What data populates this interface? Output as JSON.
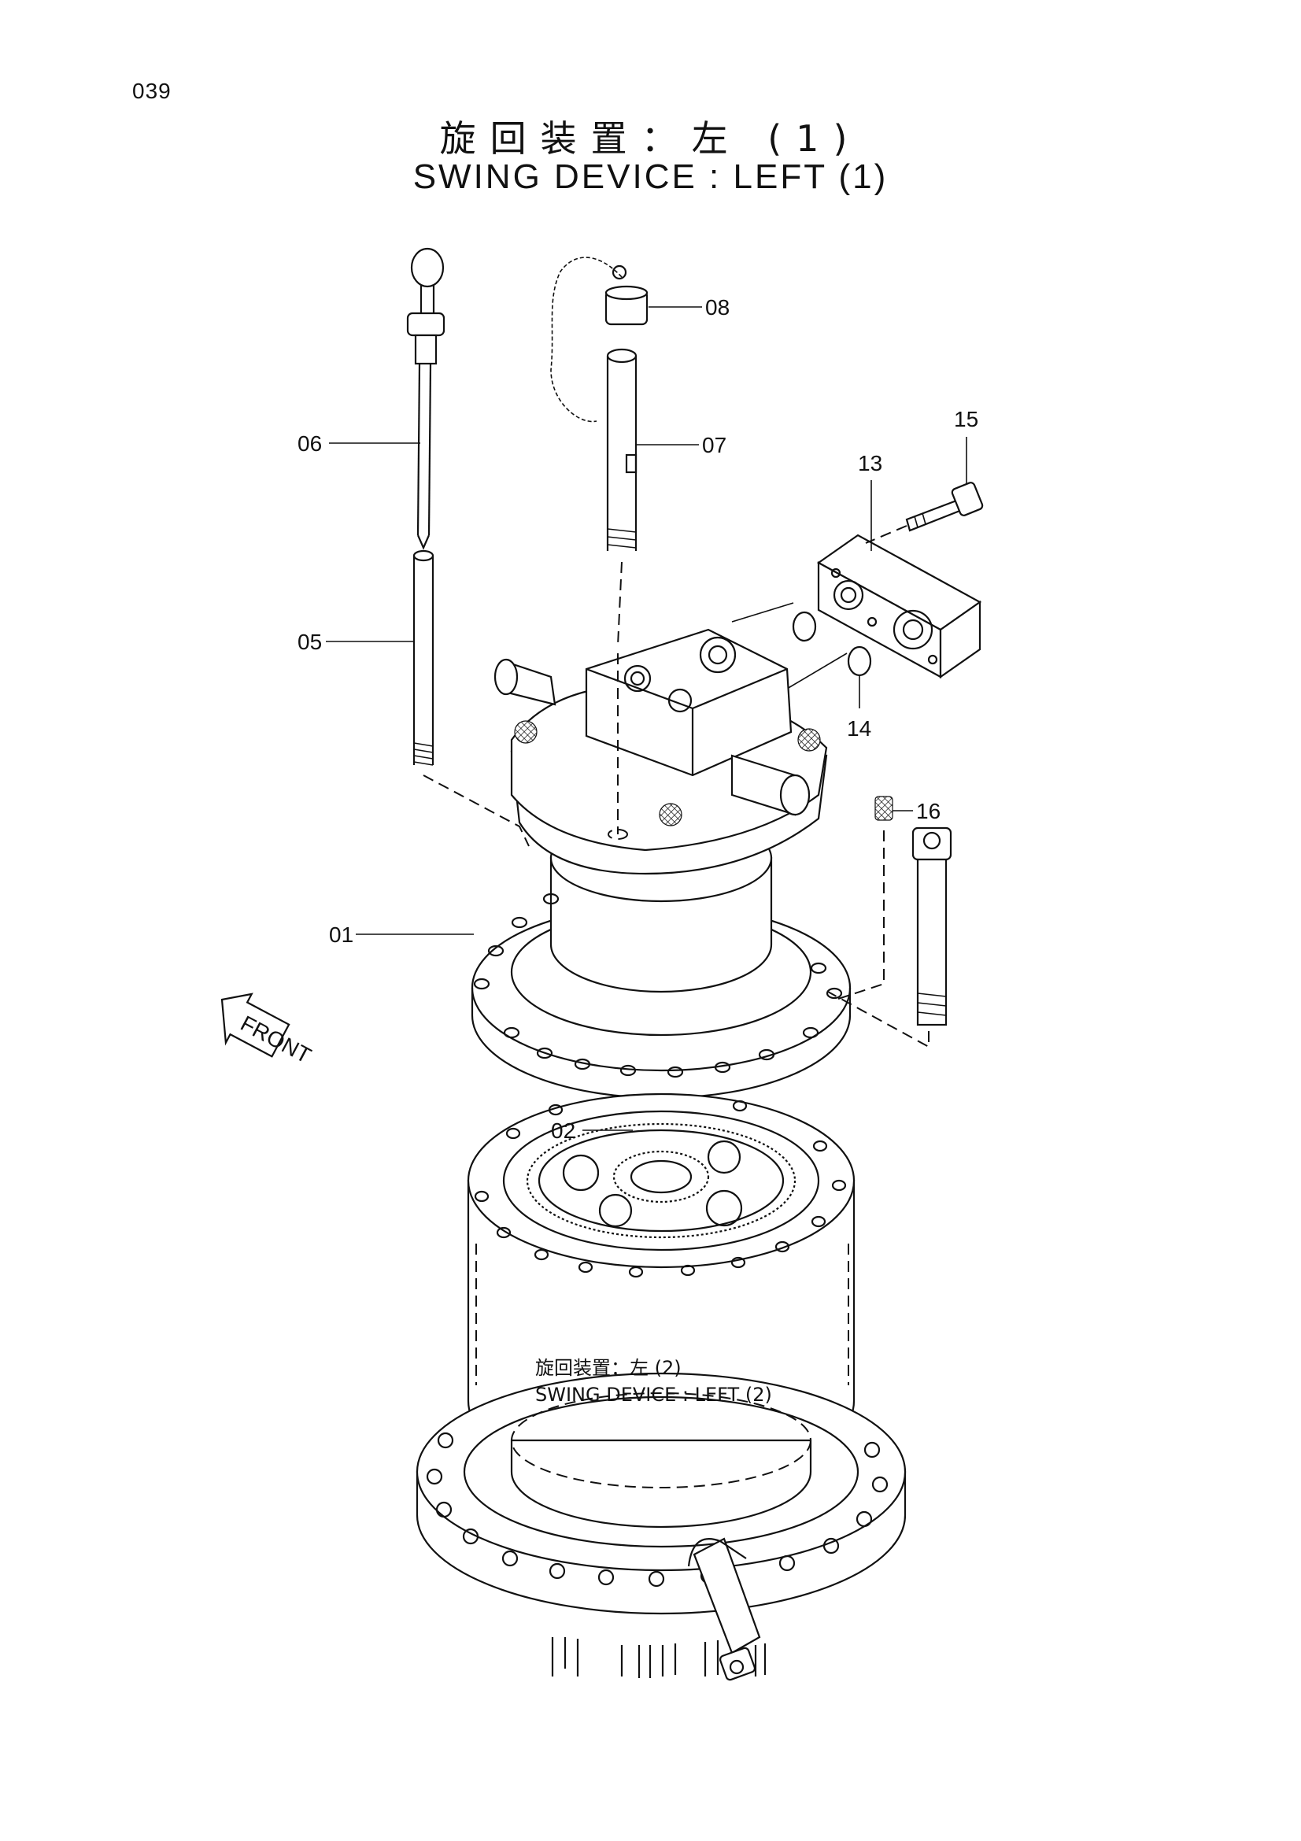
{
  "page_number": "039",
  "title": {
    "jp": "旋回装置：左 (1)",
    "en": "SWING DEVICE : LEFT (1)"
  },
  "sub_assembly": {
    "jp": "旋回装置：左 (2)",
    "en": "SWING DEVICE : LEFT (2)"
  },
  "front_marker": "FRONT",
  "callouts": [
    {
      "id": "01"
    },
    {
      "id": "02"
    },
    {
      "id": "05"
    },
    {
      "id": "06"
    },
    {
      "id": "07"
    },
    {
      "id": "08"
    },
    {
      "id": "13"
    },
    {
      "id": "14"
    },
    {
      "id": "15"
    },
    {
      "id": "16"
    }
  ]
}
